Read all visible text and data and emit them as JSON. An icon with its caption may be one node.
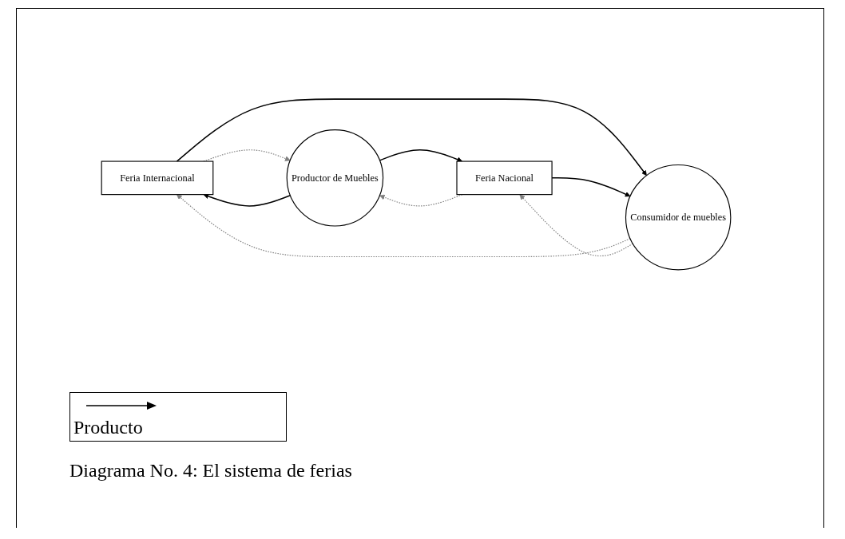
{
  "diagram": {
    "caption": "Diagrama No. 4: El sistema de ferias",
    "nodes": [
      {
        "text": [
          "Feria Internacional"
        ]
      },
      {
        "text": [
          "Productor de Muebles"
        ]
      },
      {
        "text": [
          "Consumidor de muebles"
        ]
      },
      {
        "text": [
          "Feria Nacional"
        ]
      }
    ],
    "edges": [
      {
        "from": 1,
        "to": 0,
        "arrow": "to"
      },
      {
        "from": 0,
        "to": 1,
        "arrow": "to",
        "style": "dashed",
        "color": "#808080"
      },
      {
        "from": 0,
        "to": 2,
        "arrow": "to"
      },
      {
        "from": 2,
        "to": 0,
        "arrow": "to",
        "style": "dashed",
        "color": "#808080"
      },
      {
        "from": 1,
        "to": 3,
        "arrow": "to"
      },
      {
        "from": 3,
        "to": 1,
        "arrow": "to",
        "style": "dashed",
        "color": "#808080"
      },
      {
        "from": 3,
        "to": 2,
        "arrow": "to"
      },
      {
        "from": 2,
        "to": 3,
        "arrow": "to",
        "style": "dashed",
        "color": "#808080"
      }
    ],
    "legend": [
      {
        "text": "Producto"
      }
    ]
  }
}
